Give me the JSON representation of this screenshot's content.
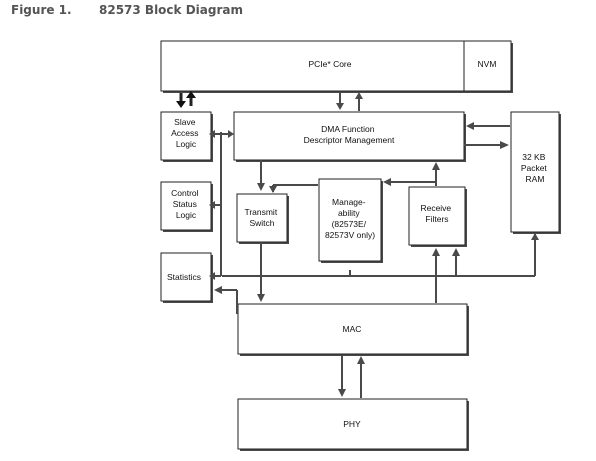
{
  "caption": {
    "figure_label": "Figure 1.",
    "title": "82573 Block Diagram"
  },
  "blocks": {
    "pcie_core": [
      "PCIe* Core"
    ],
    "nvm": [
      "NVM"
    ],
    "slave_access": [
      "Slave",
      "Access",
      "Logic"
    ],
    "dma": [
      "DMA Function",
      "Descriptor Management"
    ],
    "packet_ram": [
      "32 KB",
      "Packet",
      "RAM"
    ],
    "control_status": [
      "Control",
      "Status",
      "Logic"
    ],
    "transmit_switch": [
      "Transmit",
      "Switch"
    ],
    "manageability": [
      "Manage-",
      "ability",
      "(82573E/",
      "82573V only)"
    ],
    "receive_filters": [
      "Receive",
      "Filters"
    ],
    "statistics": [
      "Statistics"
    ],
    "mac": [
      "MAC"
    ],
    "phy": [
      "PHY"
    ]
  }
}
